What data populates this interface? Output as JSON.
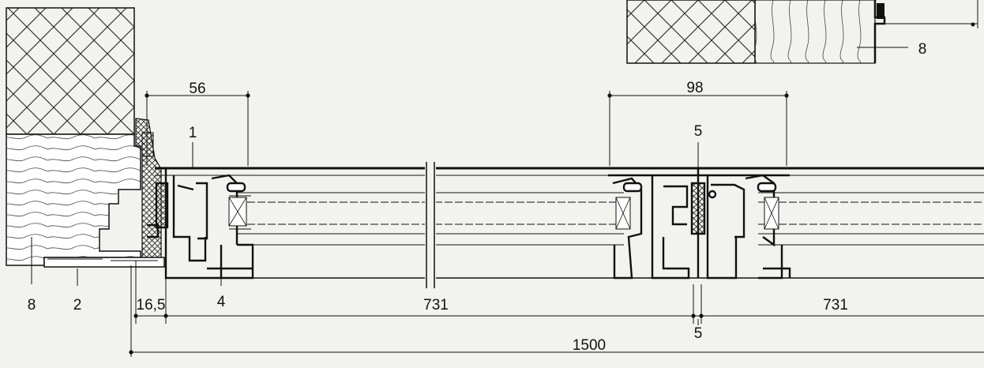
{
  "drawing": {
    "dimensions": {
      "dim_56": "56",
      "dim_98": "98",
      "dim_16_5": "16,5",
      "dim_731_left": "731",
      "dim_731_right": "731",
      "dim_5": "5",
      "dim_1500": "1500"
    },
    "callouts": {
      "part_1": "1",
      "part_2": "2",
      "part_4": "4",
      "part_5": "5",
      "part_8_left": "8",
      "part_8_top": "8"
    },
    "colors": {
      "paper": "#f2f2ee",
      "ink": "#111111",
      "wood_fill": "#ffffff"
    }
  }
}
